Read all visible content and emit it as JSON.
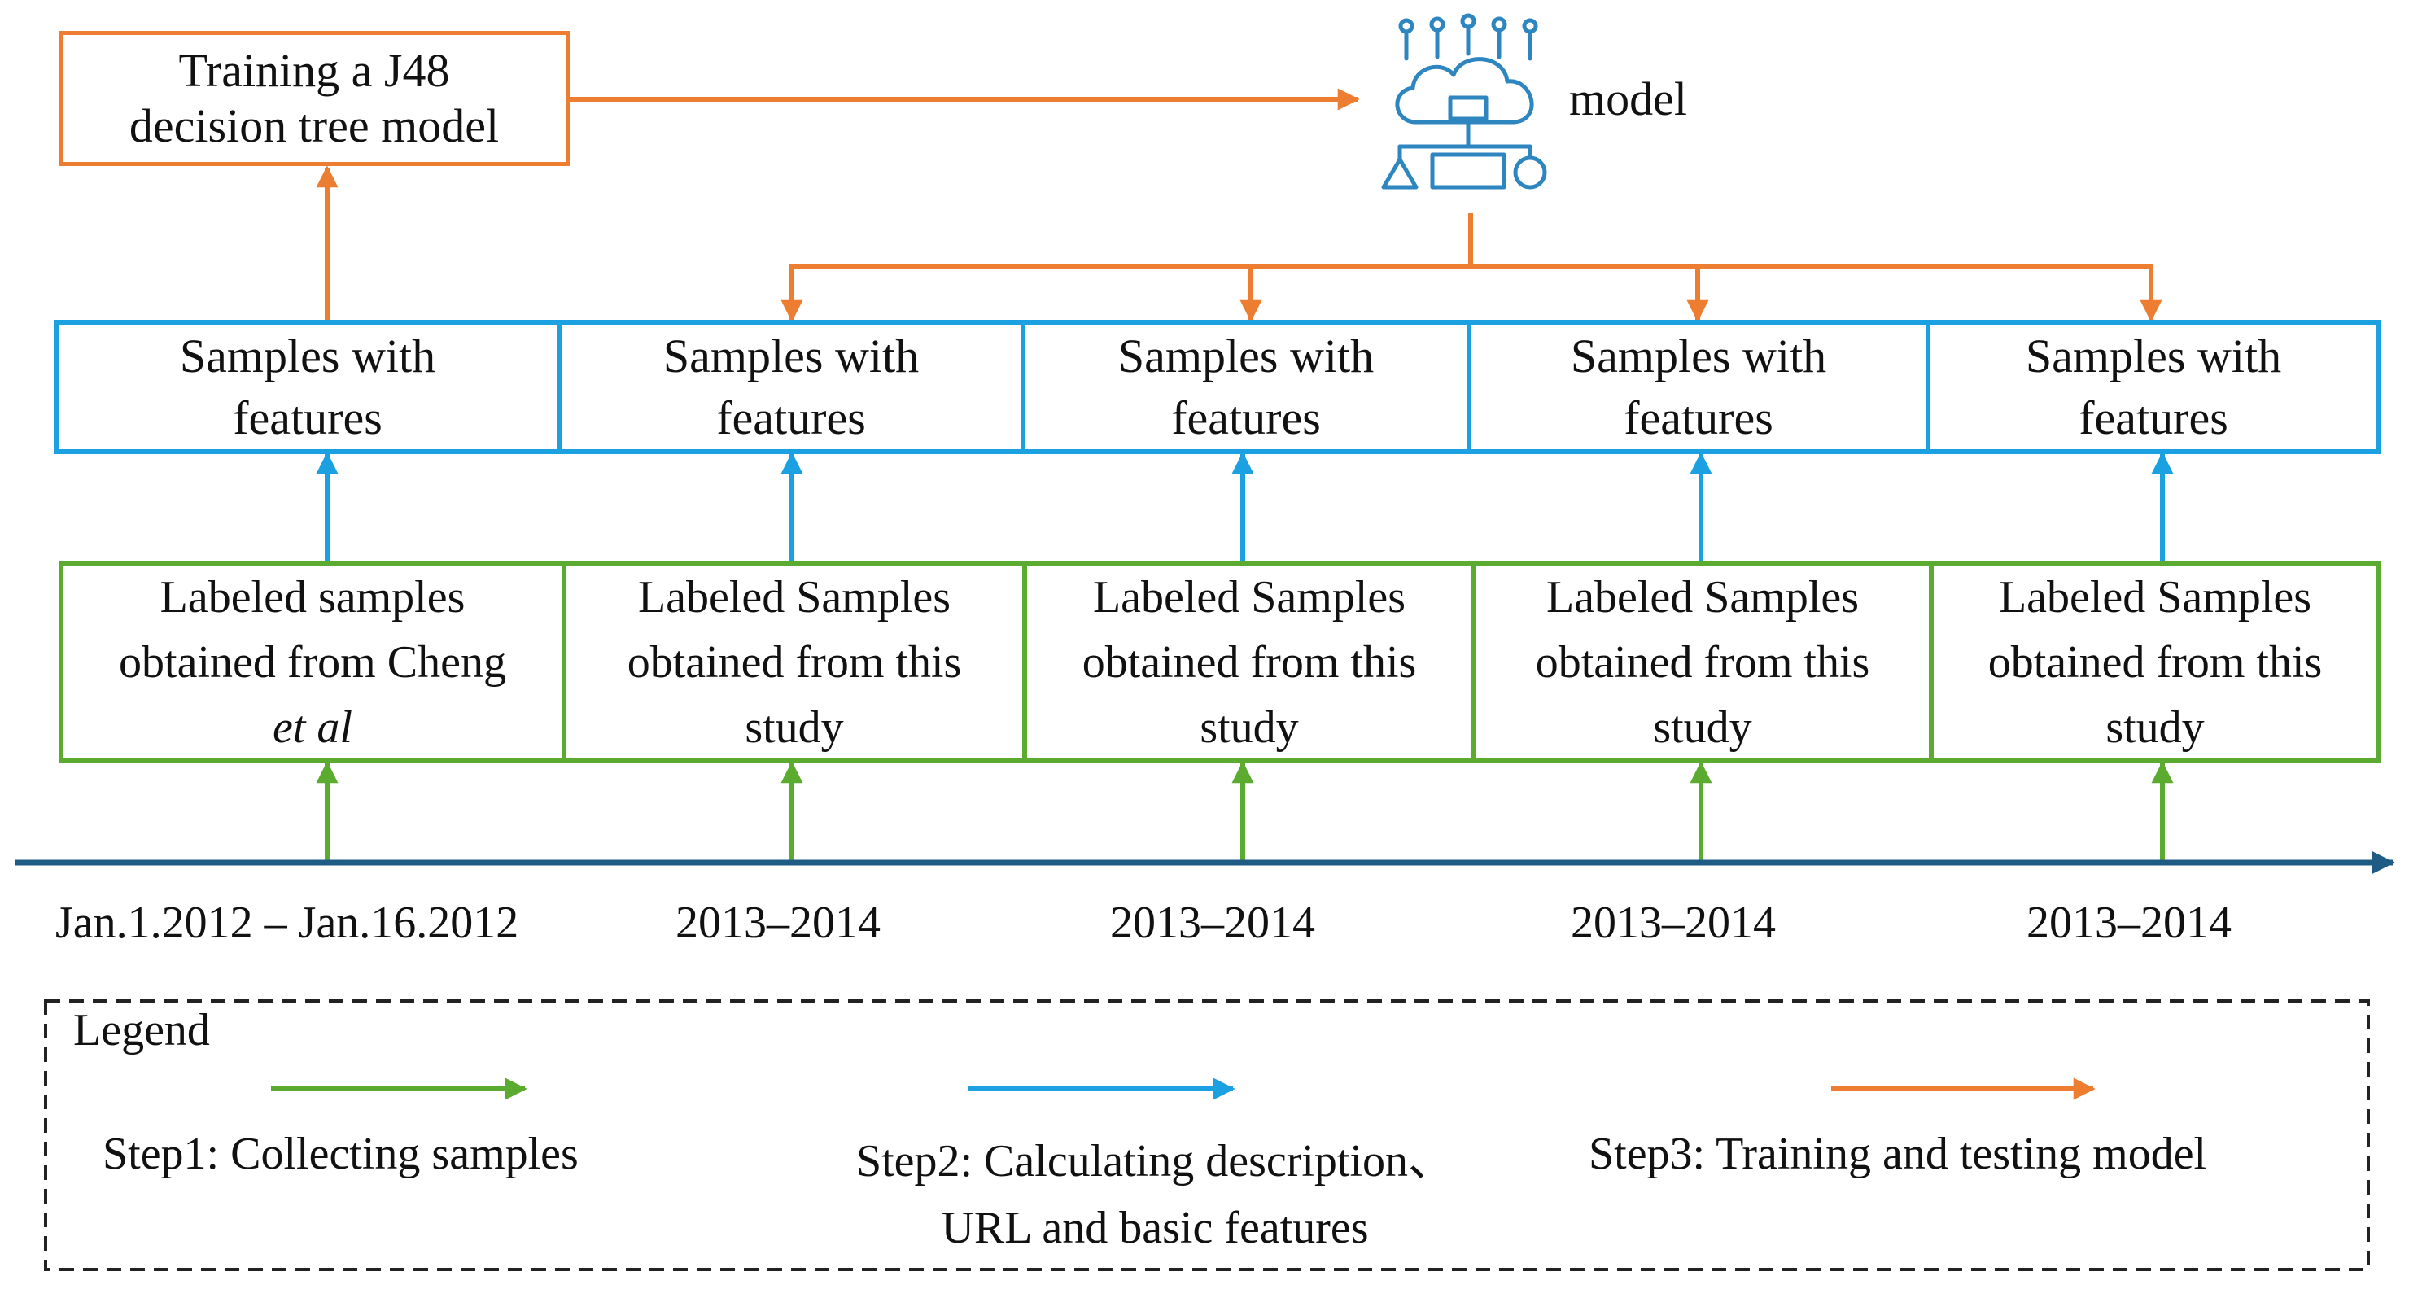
{
  "training_box": {
    "lines": [
      "Training a J48",
      "decision tree model"
    ]
  },
  "model": {
    "label": "model",
    "icon": "cloud-network-model-icon"
  },
  "features_boxes": [
    {
      "lines": [
        "Samples with",
        "features"
      ]
    },
    {
      "lines": [
        "Samples with",
        "features"
      ]
    },
    {
      "lines": [
        "Samples with",
        "features"
      ]
    },
    {
      "lines": [
        "Samples with",
        "features"
      ]
    },
    {
      "lines": [
        "Samples with",
        "features"
      ]
    }
  ],
  "labeled_boxes": [
    {
      "lines": [
        "Labeled samples",
        "obtained from Cheng",
        "et al"
      ]
    },
    {
      "lines": [
        "Labeled Samples",
        "obtained from this",
        "study"
      ]
    },
    {
      "lines": [
        "Labeled Samples",
        "obtained from this",
        "study"
      ]
    },
    {
      "lines": [
        "Labeled Samples",
        "obtained from this",
        "study"
      ]
    },
    {
      "lines": [
        "Labeled Samples",
        "obtained from this",
        "study"
      ]
    }
  ],
  "timeline": {
    "periods": [
      "Jan.1.2012 – Jan.16.2012",
      "2013–2014",
      "2013–2014",
      "2013–2014",
      "2013–2014"
    ]
  },
  "legend": {
    "title": "Legend",
    "steps": [
      {
        "lines": [
          "Step1: Collecting samples"
        ],
        "color": "#5CAB31"
      },
      {
        "lines": [
          "Step2: Calculating description、",
          "URL and basic features"
        ],
        "color": "#1BA1E2"
      },
      {
        "lines": [
          "Step3: Training and testing model"
        ],
        "color": "#ED7D31"
      }
    ]
  },
  "colors": {
    "orange": "#ED7D31",
    "blue": "#1BA1E2",
    "green": "#5CAB31",
    "timeline": "#1F5C85",
    "icon": "#2E86C1"
  }
}
